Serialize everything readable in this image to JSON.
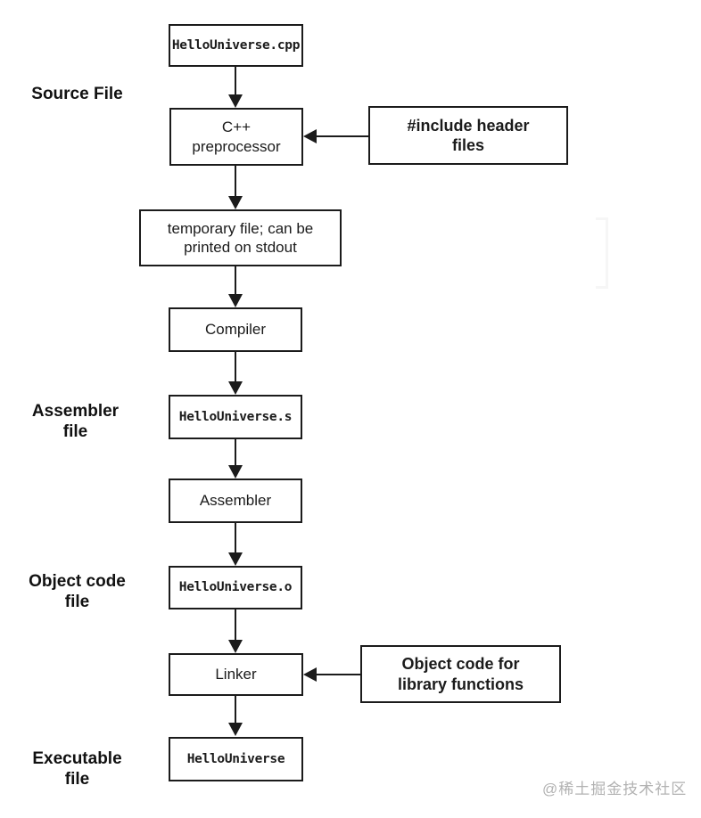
{
  "diagram": {
    "flow_nodes": {
      "cpp": "HelloUniverse.cpp",
      "preprocessor": "C++\npreprocessor",
      "tempfile": "temporary file; can be\nprinted on stdout",
      "compiler": "Compiler",
      "asm_file": "HelloUniverse.s",
      "assembler": "Assembler",
      "obj_file": "HelloUniverse.o",
      "linker": "Linker",
      "executable": "HelloUniverse"
    },
    "annotations": {
      "include_headers": "#include header\nfiles",
      "library_objects": "Object code for\nlibrary functions"
    },
    "stage_labels": {
      "source": "Source File",
      "assembler": "Assembler\nfile",
      "object": "Object code\nfile",
      "executable": "Executable\nfile"
    }
  },
  "watermark": "@稀土掘金技术社区",
  "colors": {
    "line": "#1b1b1b",
    "text": "#1b1b1b",
    "watermark": "#b2b2b2",
    "background": "#ffffff"
  }
}
